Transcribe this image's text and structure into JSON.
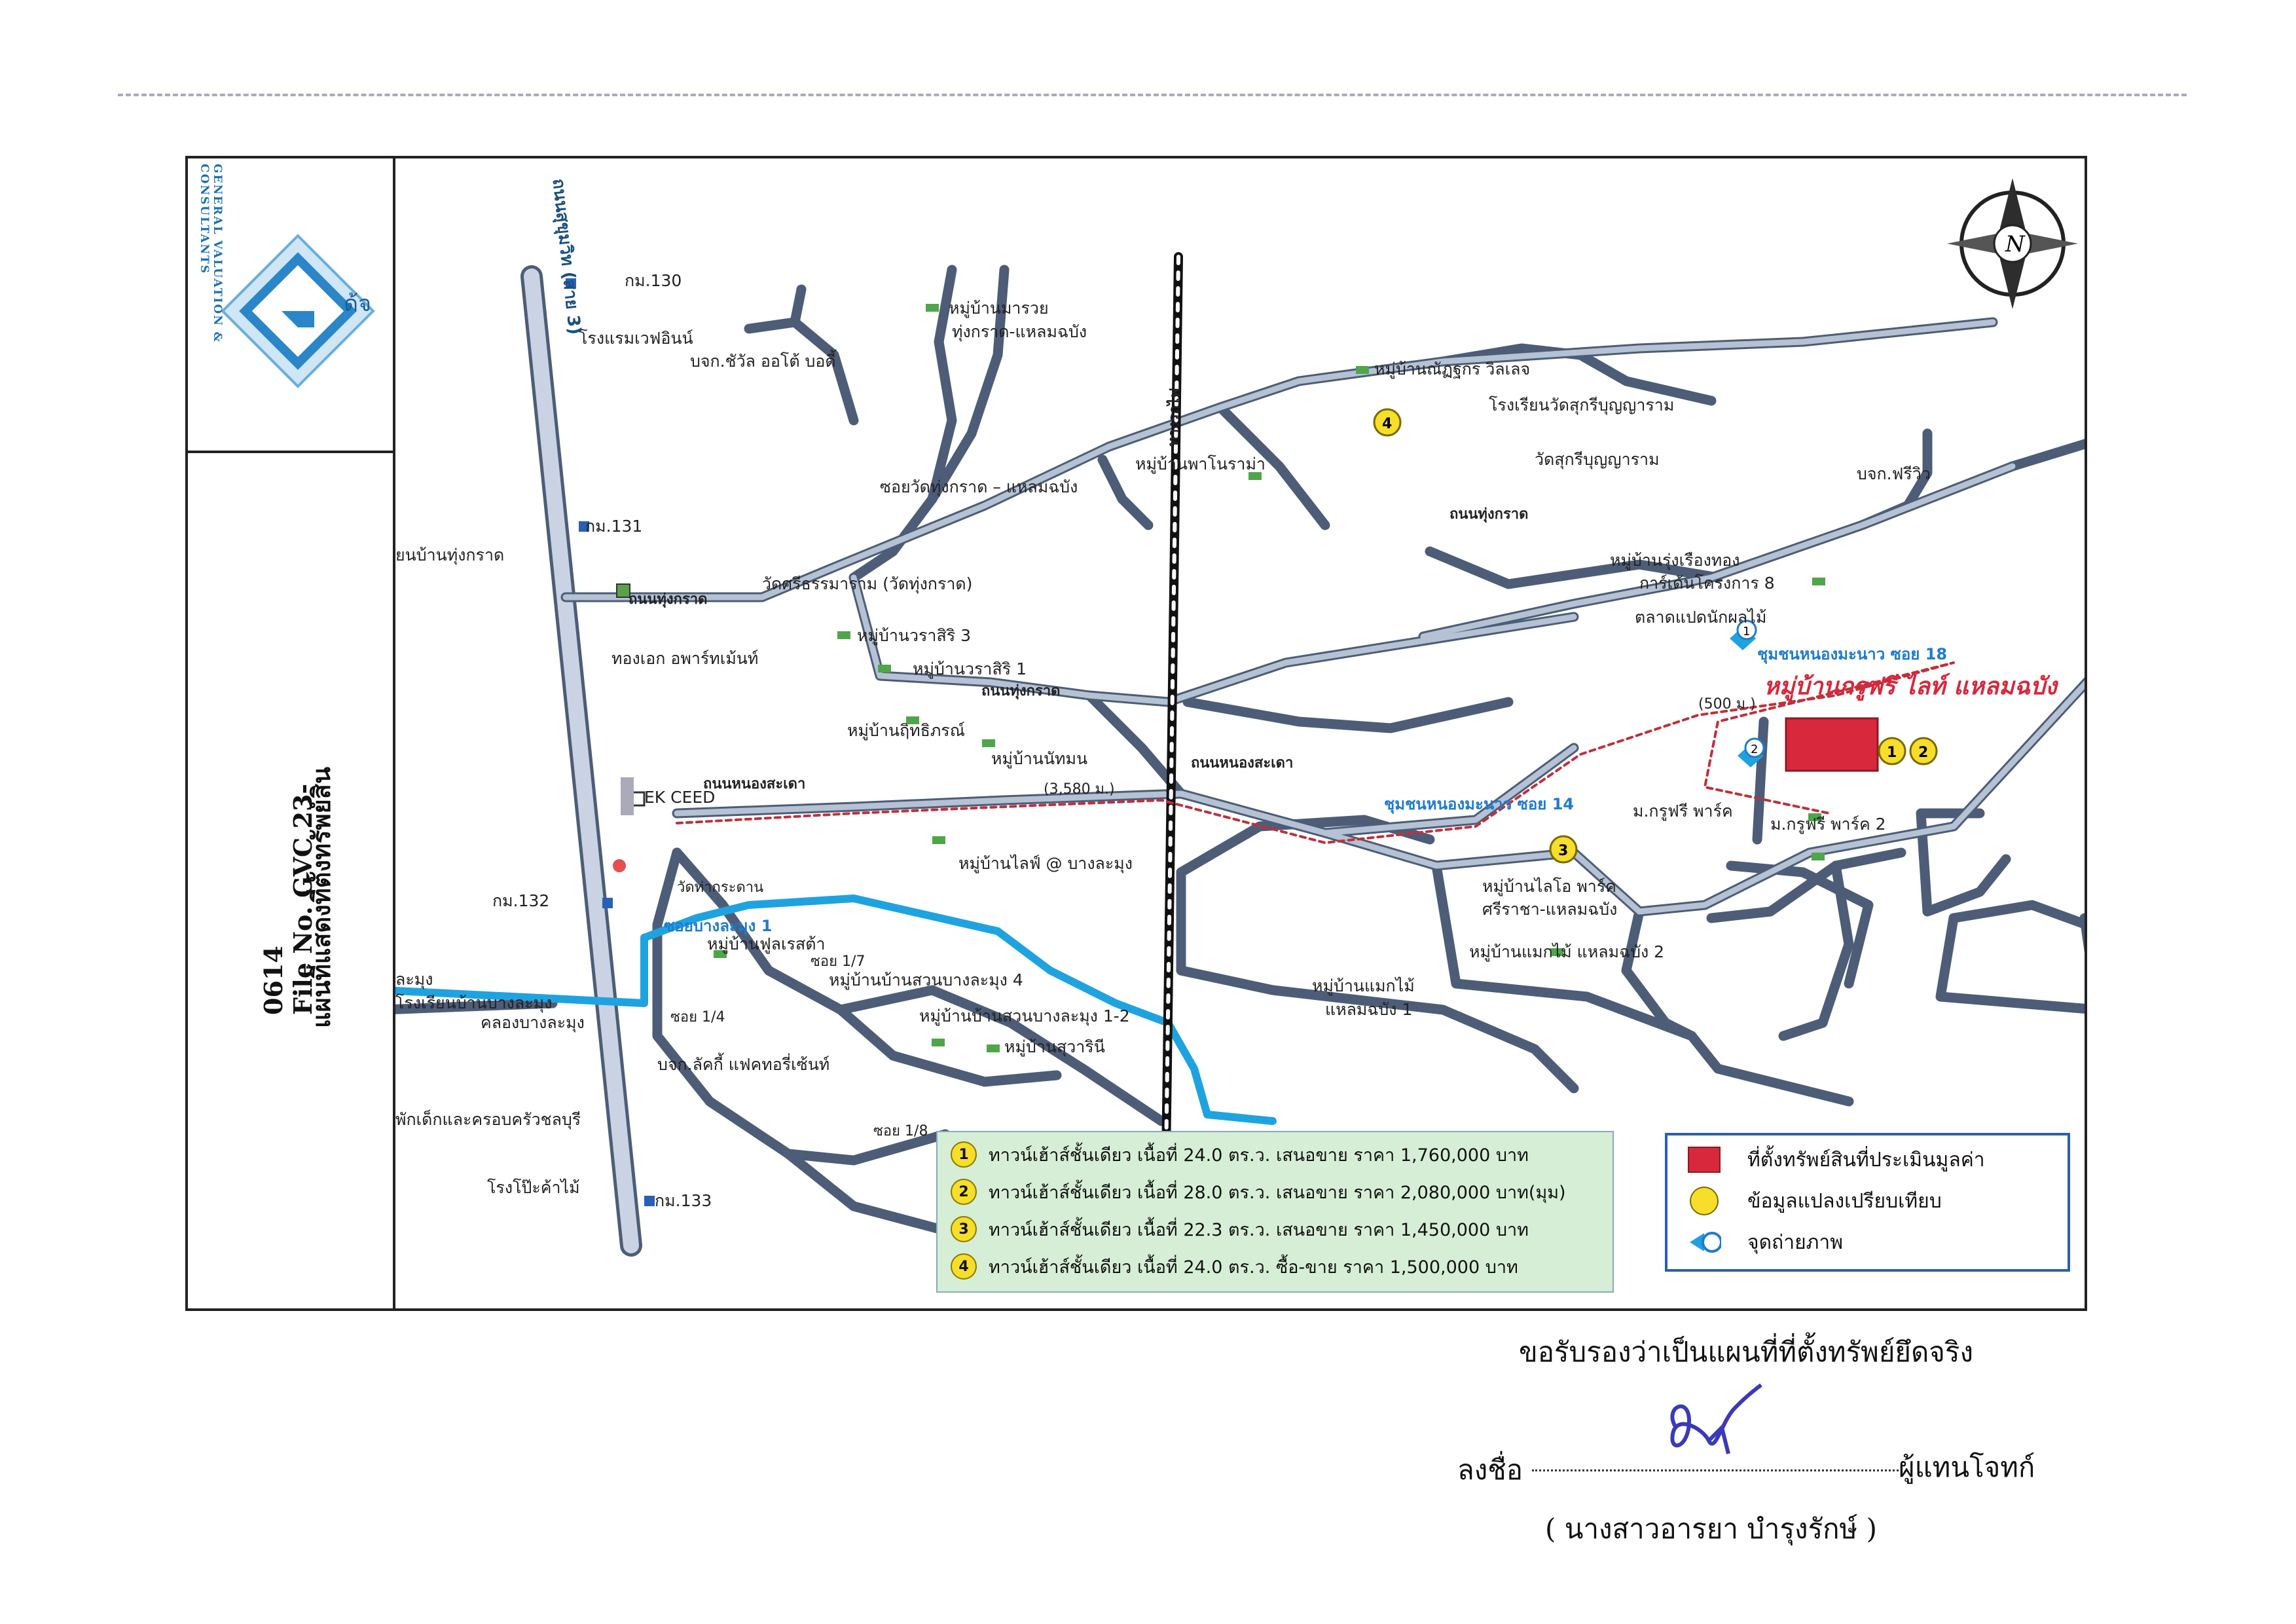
{
  "sidebar": {
    "company": "GENERAL VALUATION & CONSULTANTS",
    "logo_text": "ด้จ",
    "title": "แผนที่แสดงที่ตั้งทรัพย์สิน",
    "file_no": "File No. GVC 23-0614"
  },
  "map": {
    "landmarks": {
      "km130": "กม.130",
      "km131": "กม.131",
      "km132": "กม.132",
      "km133": "กม.133",
      "hotel": "โรงแรมเวฟอินน์",
      "school_thungkrat": "ยนบ้านทุ่งกราด",
      "thongek": "ทองเอก อพาร์ทเม้นท์",
      "ekceed": "EK CEED",
      "wat_thakradan": "วัดท่ากระดาน",
      "school_banglamung": "โรงเรียนบ้านบางละมุง",
      "banglamung_left": "ละมุง",
      "canal": "คลองบางละมุง",
      "nursery": "พักเด็กและครอบครัวชลบุรี",
      "factory_left": "โรงโป๊ะค้าไม้",
      "bk_chaiyol": "บจก.ชัวัล ออโต้ บอดี้",
      "mb_maruay": "หมู่บ้านมารวย",
      "thungkrat_laem": "ทุ่งกราด-แหลมฉบัง",
      "soi_wat": "ซอยวัดทุ่งกราด – แหลมฉบัง",
      "wat_sri": "วัดศรีธรรมาราม (วัดทุ่งกราด)",
      "mb_wara3": "หมู่บ้านวราสิริ 3",
      "mb_wara1": "หมู่บ้านวราสิริ 1",
      "mb_rithi": "หมู่บ้านฤิทธิภรณ์",
      "mb_nathamon": "หมู่บ้านนัทมน",
      "mb_life": "หมู่บ้านไลฟ์ @ บางละมุง",
      "mb_fullrest": "หมู่บ้านฟูลเรสต้า",
      "mb_suanbang4": "หมู่บ้านบ้านสวนบางละมุง 4",
      "mb_suanbang12": "หมู่บ้านบ้านสวนบางละมุง 1-2",
      "mb_suwarinee": "หมู่บ้านสุวารินี",
      "bk_lucky": "บจก.ลัคกี้ แฟคทอรี่เซ้นท์",
      "mb_phanthin": "หมู่บ้านพาโนราม่า",
      "mb_nattakorn": "หมู่บ้านณัฏฐกร วิลเลจ",
      "school_watsuk": "โรงเรียนวัดสุกรีบุญญาราม",
      "wat_suk": "วัดสุกรีบุญญาราม",
      "bk_free": "บจก.ฟรีวิว",
      "mb_rungruang": "หมู่บ้านรุ่งเรืองทอง",
      "garden8": "การ์เด้นโครงการ 8",
      "talat": "ตลาดแปดนักผลไม้",
      "mb_mailai": "หมู่บ้านไลโอ พาร์ค",
      "sriracha": "ศรีราชา-แหลมฉบัง",
      "mb_maekmai2": "หมู่บ้านแมกไม้ แหลมฉบัง 2",
      "mb_maekmai1": "หมู่บ้านแมกไม้",
      "laem1": "แหลมฉบัง 1",
      "park1": "ม.กรูฟรี พาร์ค",
      "park2": "ม.กรูฟรี พาร์ค 2"
    },
    "roads": {
      "sukhumvit": "ถนนสุขุมวิท (สาย 3)",
      "thungkrat": "ถนนทุ่งกราด",
      "thungkrat2": "ถนนทุ่งกราด",
      "nongsadao": "ถนนหนองสะเดา",
      "nongsadao2": "ถนนหนองสะเดา",
      "rail": "ทางรถไฟ",
      "soi_bang1": "ซอยบางละมุง 1",
      "soi17": "ซอย 1/7",
      "soi14": "ซอย 1/4",
      "soi18": "ซอย 1/8",
      "soi14_nong": "ชุมชนหนองมะนาว ซอย 14",
      "soi18_nong": "ชุมชนหนองมะนาว ซอย 18"
    },
    "distance_main": "(3,580 ม.)",
    "distance_side": "(500 ม.)",
    "subject_name": "หมู่บ้านกรูฟรี ไลท์ แหลมฉบัง",
    "compass": "N",
    "photo_points": [
      "1",
      "2"
    ],
    "markers": [
      "1",
      "2",
      "3",
      "4"
    ]
  },
  "comparables": [
    {
      "n": "1",
      "text": "ทาวน์เฮ้าส์ชั้นเดียว เนื้อที่ 24.0 ตร.ว. เสนอขาย ราคา 1,760,000 บาท"
    },
    {
      "n": "2",
      "text": "ทาวน์เฮ้าส์ชั้นเดียว เนื้อที่ 28.0 ตร.ว. เสนอขาย ราคา 2,080,000 บาท(มุม)"
    },
    {
      "n": "3",
      "text": "ทาวน์เฮ้าส์ชั้นเดียว เนื้อที่ 22.3 ตร.ว. เสนอขาย ราคา 1,450,000 บาท"
    },
    {
      "n": "4",
      "text": "ทาวน์เฮ้าส์ชั้นเดียว เนื้อที่ 24.0 ตร.ว. ซื้อ-ขาย ราคา 1,500,000 บาท"
    }
  ],
  "legend": {
    "subject": "ที่ตั้งทรัพย์สินที่ประเมินมูลค่า",
    "comparable": "ข้อมูลแปลงเปรียบเทียบ",
    "photo": "จุดถ่ายภาพ"
  },
  "colors": {
    "road": "#9aa6b8",
    "river": "#1fa3e0",
    "subject": "#d8283c",
    "marker": "#f6de2a",
    "route": "#c0303c"
  },
  "footer": {
    "certify": "ขอรับรองว่าเป็นแผนที่ที่ตั้งทรัพย์ยึดจริง",
    "sign_label": "ลงชื่อ",
    "sign_role": "ผู้แทนโจทก์",
    "signer": "( นางสาวอารยา บำรุงรักษ์ )"
  }
}
